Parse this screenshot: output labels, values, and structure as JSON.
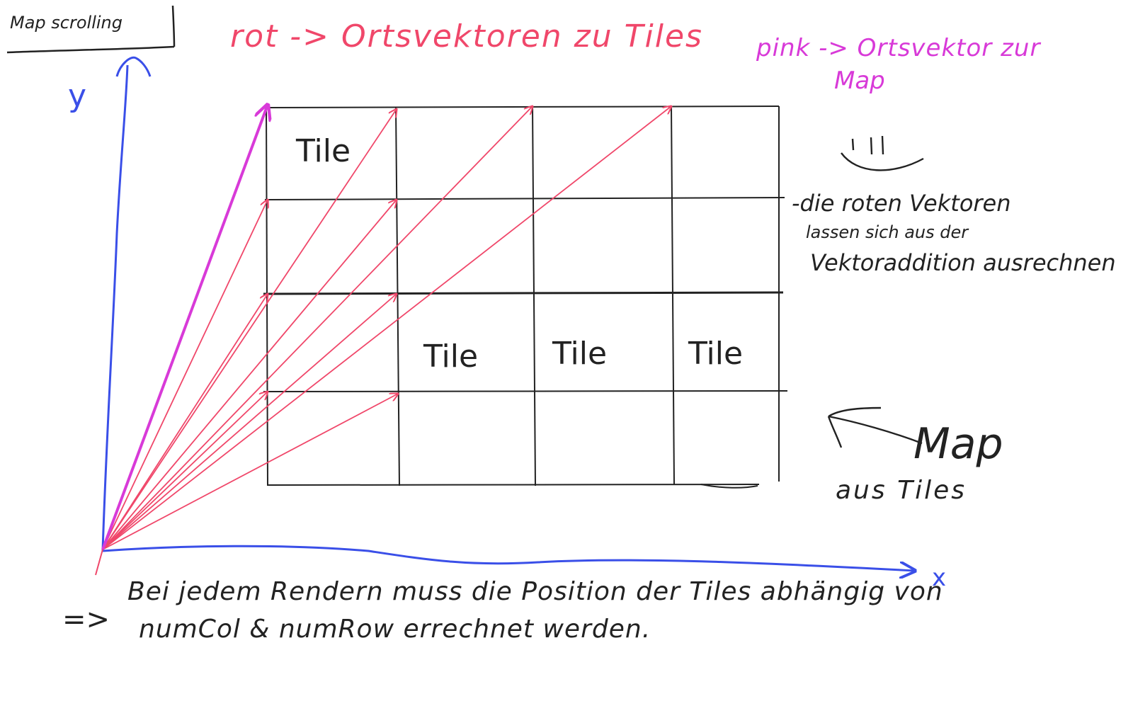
{
  "header": {
    "title": "Map scrolling"
  },
  "legend": {
    "red": "rot -> Ortsvektoren zu Tiles",
    "pink_line1": "pink -> Ortsvektor zur",
    "pink_line2": "Map"
  },
  "smiley": "",
  "notes": {
    "line1": "-die roten Vektoren",
    "line2": "lassen sich aus der",
    "line3": "Vektoraddition ausrechnen"
  },
  "map_label": {
    "line1": "Map",
    "line2": "aus Tiles"
  },
  "axes": {
    "y": "y",
    "x": "x"
  },
  "tiles": {
    "top_left": "Tile",
    "row3_col2": "Tile",
    "row3_col3": "Tile",
    "row3_col4": "Tile"
  },
  "conclusion": {
    "arrow": "=>",
    "line1": "Bei jedem Rendern muss die Position der Tiles abhängig von",
    "line2": "numCol & numRow errechnet werden."
  },
  "colors": {
    "axis": "#3a4fe8",
    "tile_vectors": "#f0476a",
    "map_vector": "#d83ad8",
    "ink": "#222222"
  },
  "grid": {
    "columns": 4,
    "rows": 4
  }
}
